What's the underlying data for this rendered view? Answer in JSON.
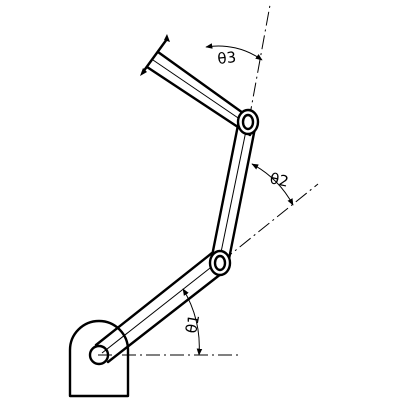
{
  "labels": {
    "theta1": "θ1",
    "theta2": "θ2",
    "theta3": "θ3"
  }
}
